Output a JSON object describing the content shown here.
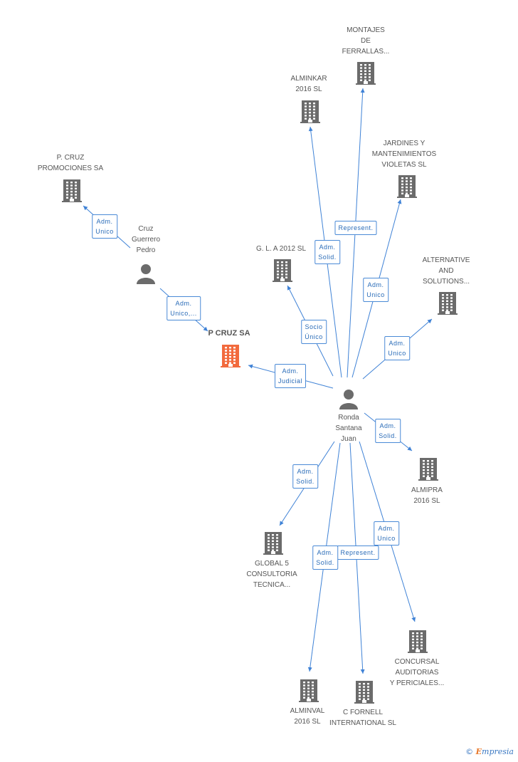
{
  "nodes": {
    "pcruz_sa": {
      "label": "P CRUZ SA",
      "type": "company-main"
    },
    "ronda": {
      "label": "Ronda\nSantana\nJuan",
      "type": "person"
    },
    "cruz": {
      "label": "Cruz\nGuerrero\nPedro",
      "type": "person"
    },
    "pcruz_promo": {
      "label": "P. CRUZ\nPROMOCIONES SA",
      "type": "company"
    },
    "montajes": {
      "label": "MONTAJES\nDE\nFERRALLAS...",
      "type": "company"
    },
    "alminkar": {
      "label": "ALMINKAR\n2016 SL",
      "type": "company"
    },
    "jardines": {
      "label": "JARDINES Y\nMANTENIMIENTOS\nVIOLETAS SL",
      "type": "company"
    },
    "gla": {
      "label": "G. L. A 2012 SL",
      "type": "company"
    },
    "alternative": {
      "label": "ALTERNATIVE\nAND\nSOLUTIONS...",
      "type": "company"
    },
    "almipra": {
      "label": "ALMIPRA\n2016 SL",
      "type": "company"
    },
    "global5": {
      "label": "GLOBAL 5\nCONSULTORIA\nTECNICA...",
      "type": "company"
    },
    "concursal": {
      "label": "CONCURSAL\nAUDITORIAS\nY PERICIALES...",
      "type": "company"
    },
    "alminval": {
      "label": "ALMINVAL\n2016 SL",
      "type": "company"
    },
    "cfornell": {
      "label": "C FORNELL\nINTERNATIONAL SL",
      "type": "company"
    }
  },
  "edges": {
    "cruz_promo": {
      "label": "Adm.\nUnico"
    },
    "cruz_pcruz": {
      "label": "Adm.\nUnico,..."
    },
    "ronda_pcruz": {
      "label": "Adm.\nJudicial"
    },
    "ronda_gla": {
      "label": "Socio\nÚnico"
    },
    "ronda_alminkar": {
      "label": "Adm.\nSolid."
    },
    "ronda_montajes": {
      "label": "Represent."
    },
    "ronda_jardines": {
      "label": "Adm.\nUnico"
    },
    "ronda_alternative": {
      "label": "Adm.\nUnico"
    },
    "ronda_almipra": {
      "label": "Adm.\nSolid."
    },
    "ronda_global5": {
      "label": "Adm.\nSolid."
    },
    "ronda_concursal": {
      "label": "Adm.\nUnico"
    },
    "ronda_cfornell": {
      "label": "Represent."
    },
    "ronda_alminval": {
      "label": "Adm.\nSolid."
    }
  },
  "colors": {
    "company": "#6b6b6b",
    "main_company": "#f26a3d",
    "person": "#6b6b6b",
    "edge": "#3f82d6"
  },
  "brand": {
    "copyright": "©",
    "name": "mpresia",
    "initial": "E"
  }
}
